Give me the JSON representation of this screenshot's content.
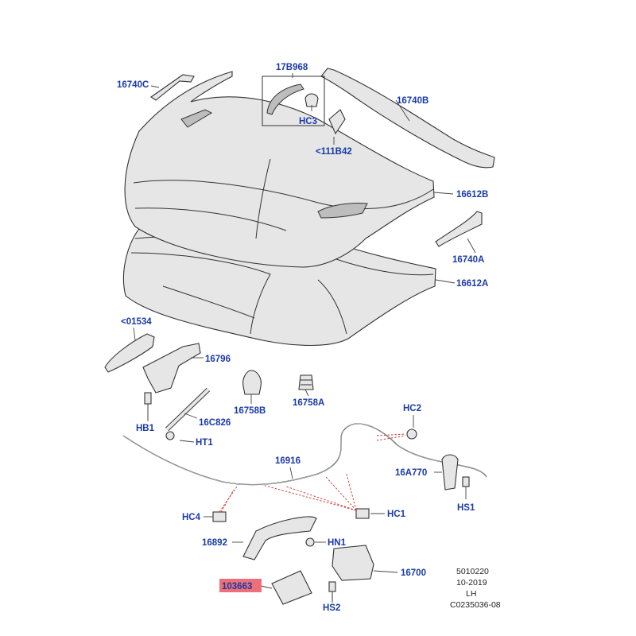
{
  "colors": {
    "label": "#1a3aa8",
    "highlight": "#ee6f78",
    "meta_text": "#222222",
    "callout_line": "#d23030",
    "part_fill": "#e6e6e6",
    "outline": "#333333"
  },
  "labels": {
    "p16740C": "16740C",
    "p17B968": "17B968",
    "pHC3": "HC3",
    "p111B42": "<111B42",
    "p16740B": "16740B",
    "p16612B": "16612B",
    "p16740A": "16740A",
    "p16612A": "16612A",
    "p01534": "<01534",
    "p16796": "16796",
    "pHB1": "HB1",
    "p16C826": "16C826",
    "p16758B": "16758B",
    "p16758A": "16758A",
    "pHC2": "HC2",
    "pHT1": "HT1",
    "p16916": "16916",
    "p16A770": "16A770",
    "pHS1": "HS1",
    "pHC4": "HC4",
    "pHC1": "HC1",
    "p16892": "16892",
    "pHN1": "HN1",
    "p16700": "16700",
    "p103663": "103663",
    "pHS2": "HS2"
  },
  "meta": {
    "code": "5010220",
    "date": "10-2019",
    "side": "LH",
    "ref": "C0235036-08"
  }
}
